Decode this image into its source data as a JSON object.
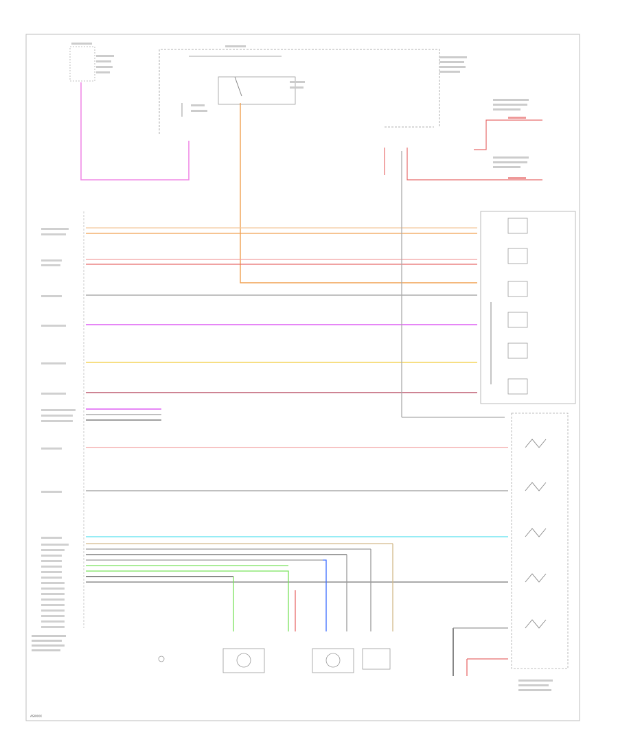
{
  "diagram_code": "ASXXXX",
  "wire_colors": {
    "pink": "#f08ae6",
    "light_orange": "#f3c79a",
    "orange": "#f0a050",
    "red": "#f2a0a0",
    "red_dark": "#e76a6a",
    "gray": "#9a9a9a",
    "magenta": "#d63ff0",
    "yellow": "#f2cc3a",
    "maroon": "#b03a55",
    "cyan": "#59e0ef",
    "light_green": "#78e25a",
    "blue": "#3c6cff",
    "tan": "#d3b98a",
    "black": "#444444"
  },
  "components": [
    {
      "id": "fuse-box-top-left",
      "label": "",
      "icon": "fuse-icon"
    },
    {
      "id": "ignition-switch-top",
      "label": "",
      "icon": "relay-icon"
    },
    {
      "id": "powertrain-control-module",
      "label": "",
      "icon": "module-icon"
    },
    {
      "id": "transmission-range-sensor",
      "label": "",
      "icon": "sensor-icon"
    },
    {
      "id": "solenoid-body",
      "label": "",
      "icon": "solenoid-icon"
    },
    {
      "id": "speed-sensor-1",
      "label": "",
      "icon": "sensor-icon"
    },
    {
      "id": "speed-sensor-2",
      "label": "",
      "icon": "sensor-icon"
    },
    {
      "id": "speed-sensor-3",
      "label": "",
      "icon": "sensor-icon"
    },
    {
      "id": "ground-point",
      "label": "",
      "icon": "ground-icon"
    }
  ]
}
